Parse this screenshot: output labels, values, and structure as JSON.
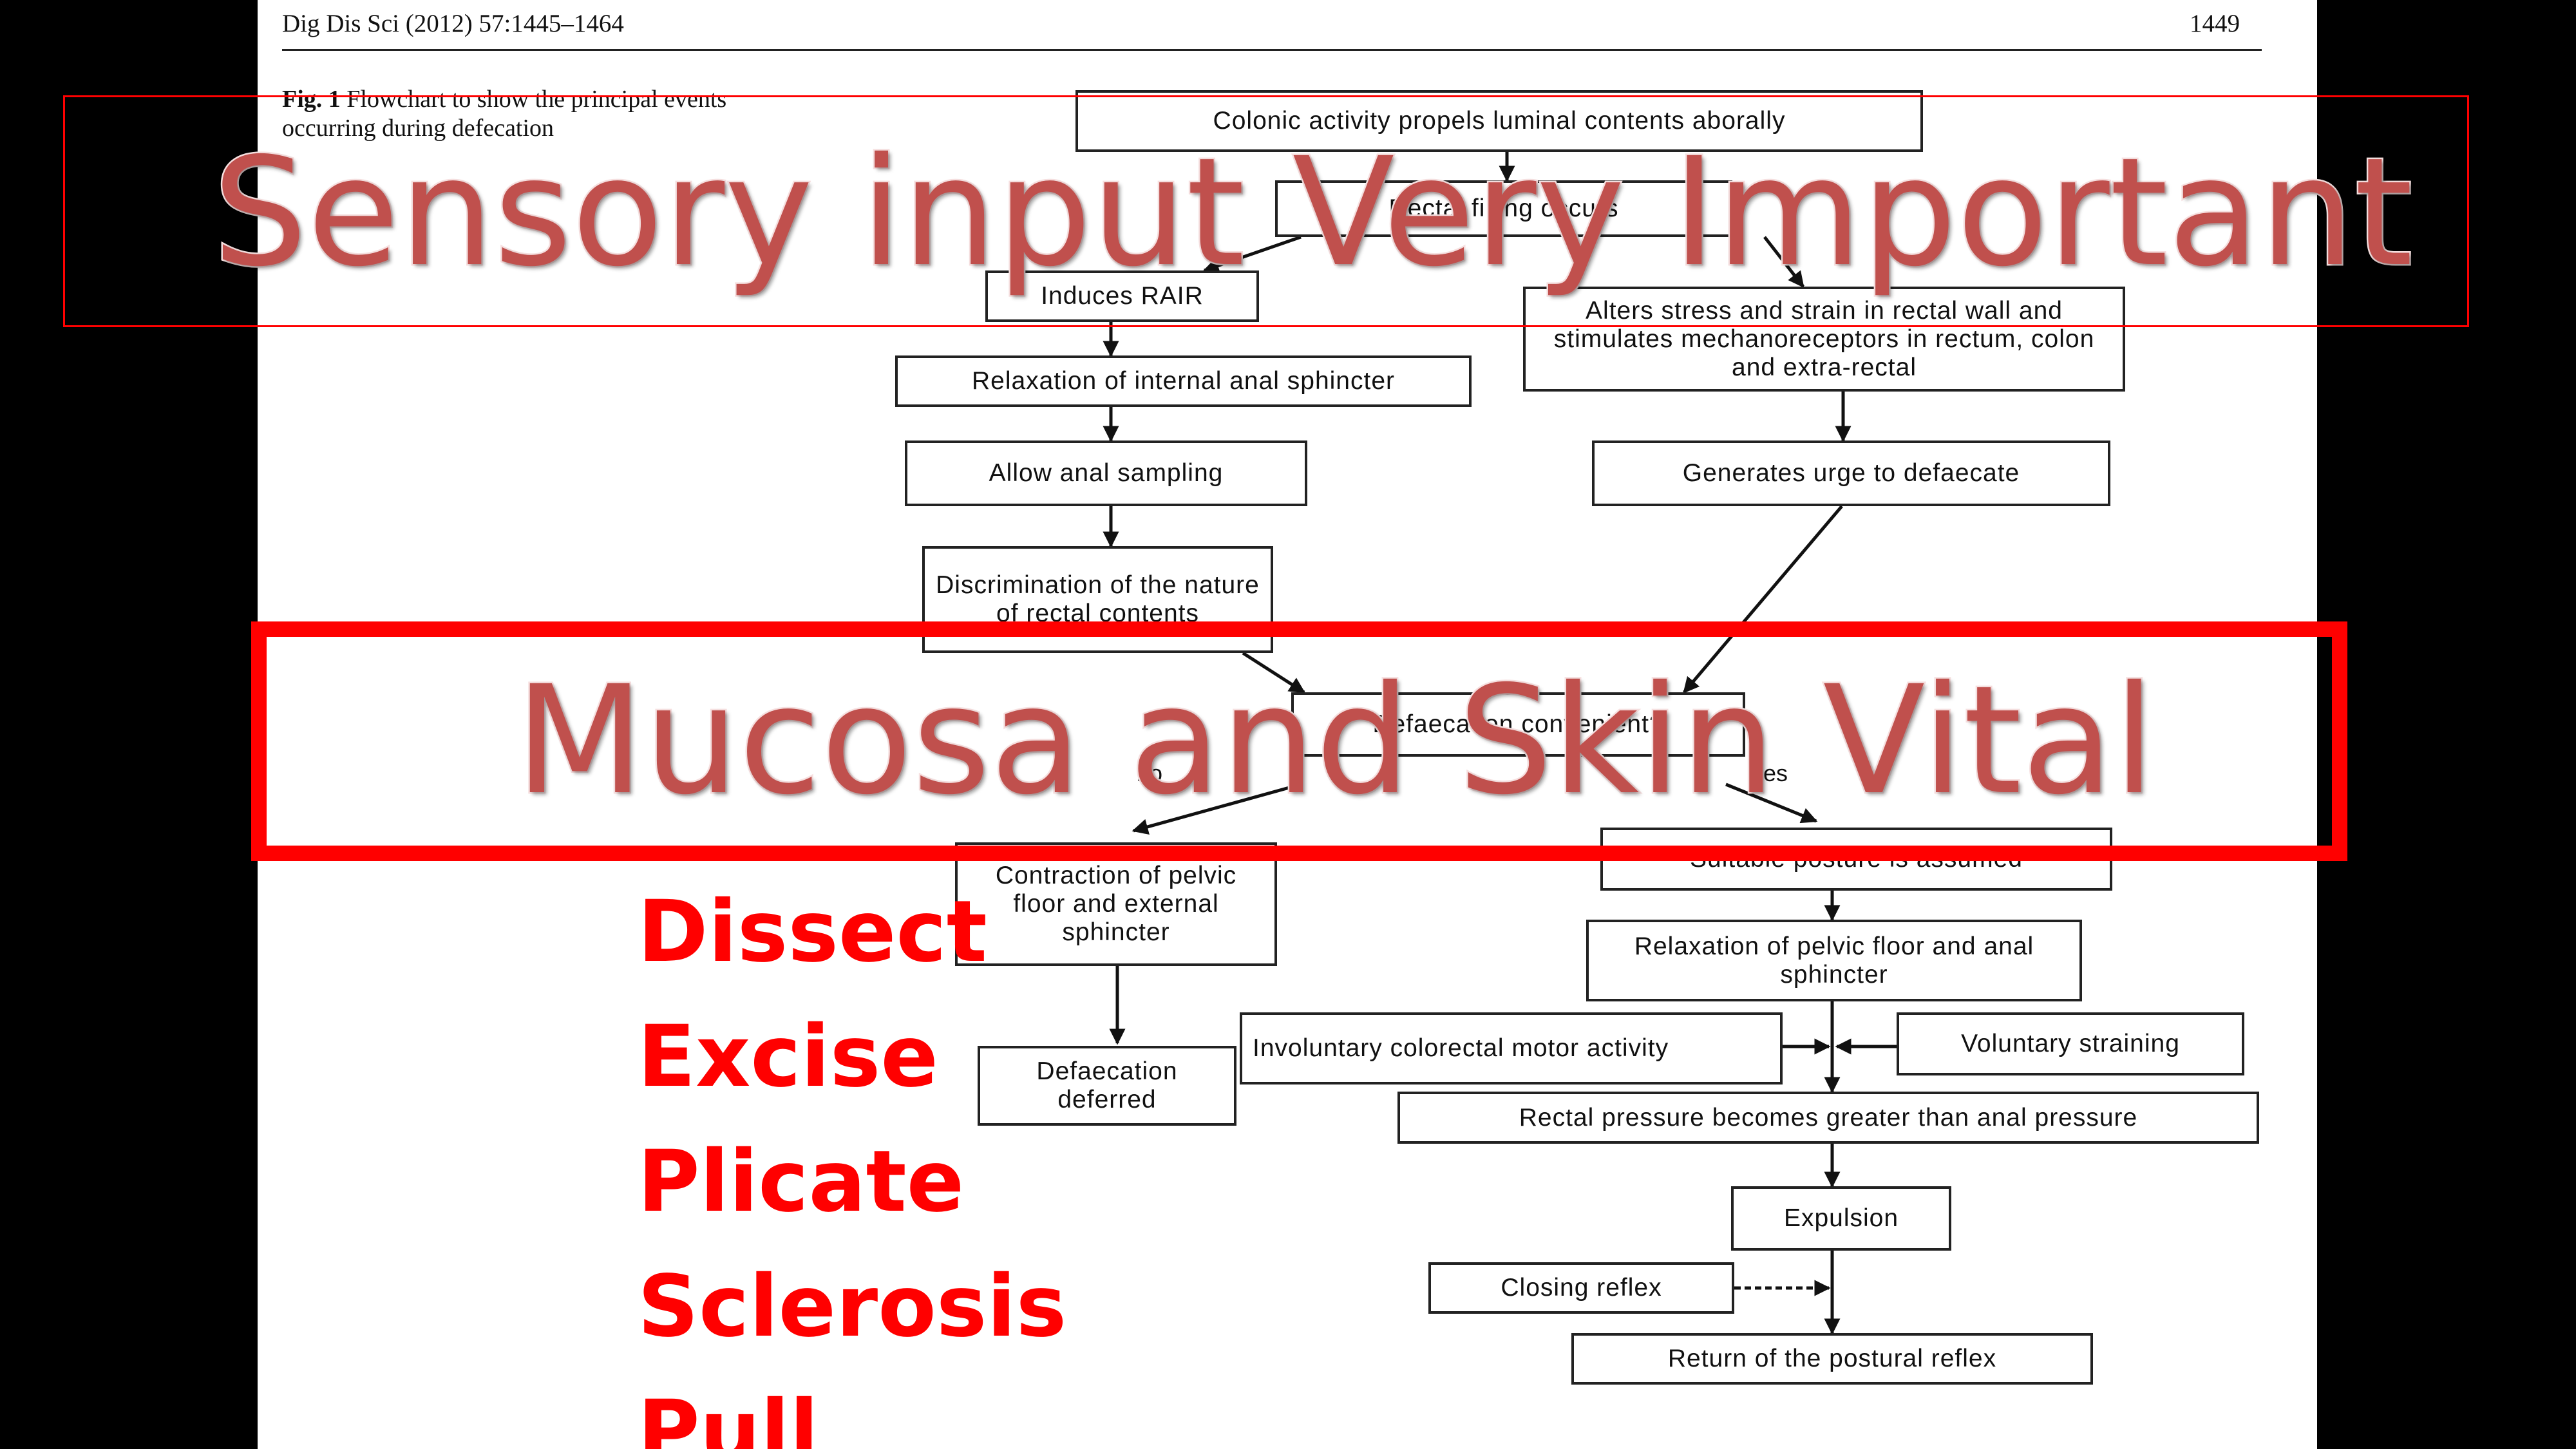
{
  "header": {
    "journal": "Dig Dis Sci (2012) 57:1445–1464",
    "page_number": "1449"
  },
  "caption": {
    "figure_label": "Fig. 1",
    "text": "Flowchart to show the principal events occurring during defecation"
  },
  "flowchart": {
    "nodes": [
      {
        "id": "n1",
        "text": "Colonic activity propels luminal contents aborally"
      },
      {
        "id": "n2",
        "text": "Rectal filling occurs"
      },
      {
        "id": "n3",
        "text": "Induces RAIR"
      },
      {
        "id": "n4",
        "text": "Alters stress and strain in rectal wall and stimulates mechanoreceptors in rectum, colon and extra-rectal"
      },
      {
        "id": "n5",
        "text": "Relaxation of internal anal sphincter"
      },
      {
        "id": "n6",
        "text": "Allow anal sampling"
      },
      {
        "id": "n7",
        "text": "Generates urge to defaecate"
      },
      {
        "id": "n8",
        "text": "Discrimination of the nature of rectal contents"
      },
      {
        "id": "n9",
        "text": "Defaecation convenient?"
      },
      {
        "id": "n10",
        "text": "Contraction of pelvic floor and external sphincter"
      },
      {
        "id": "n11",
        "text": "Suitable posture is assumed"
      },
      {
        "id": "n12",
        "text": "Relaxation of pelvic floor and anal sphincter"
      },
      {
        "id": "n13",
        "text": "Defaecation deferred"
      },
      {
        "id": "n14",
        "text": "Involuntary colorectal motor activity"
      },
      {
        "id": "n15",
        "text": "Voluntary straining"
      },
      {
        "id": "n16",
        "text": "Rectal pressure becomes greater than anal pressure"
      },
      {
        "id": "n17",
        "text": "Expulsion"
      },
      {
        "id": "n18",
        "text": "Closing reflex"
      },
      {
        "id": "n19",
        "text": "Return of the postural reflex"
      }
    ],
    "branch_labels": {
      "no": "no",
      "yes": "yes"
    }
  },
  "overlays": {
    "top_banner": "Sensory input Very Important",
    "middle_banner": "Mucosa and Skin Vital",
    "actions": [
      "Dissect",
      "Excise",
      "Plicate",
      "Sclerosis",
      "Pull"
    ],
    "colors": {
      "banner_text": "#c0504d",
      "banner_outline": "#ff0000",
      "action_text": "#ff0000"
    }
  }
}
